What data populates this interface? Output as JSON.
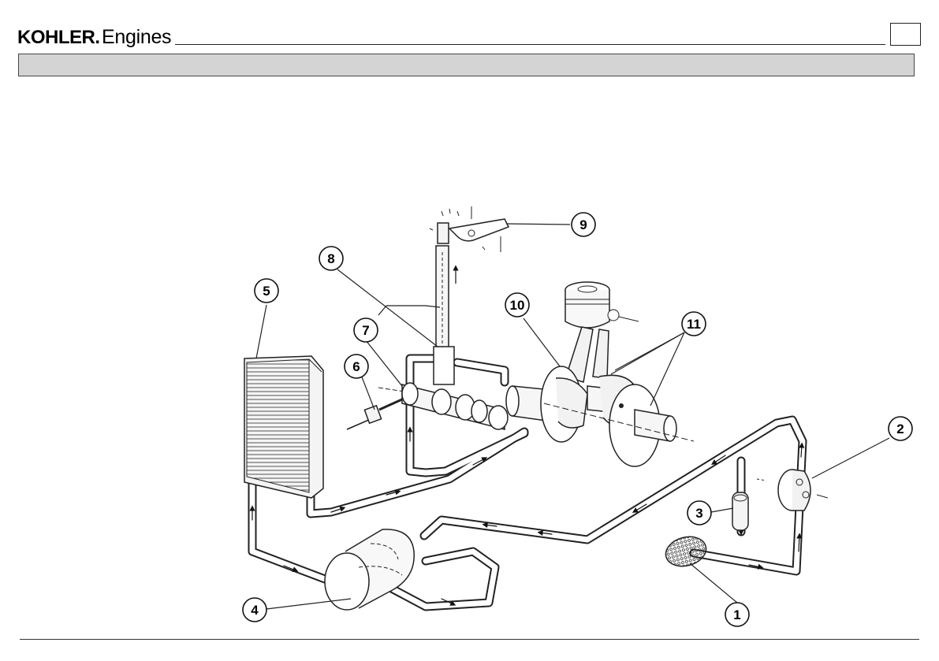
{
  "header": {
    "brand": "KOHLER",
    "product": "Engines",
    "page_number": "",
    "section_title": ""
  },
  "diagram": {
    "callouts": [
      {
        "id": "1",
        "label": "1"
      },
      {
        "id": "2",
        "label": "2"
      },
      {
        "id": "3",
        "label": "3"
      },
      {
        "id": "4",
        "label": "4"
      },
      {
        "id": "5",
        "label": "5"
      },
      {
        "id": "6",
        "label": "6"
      },
      {
        "id": "7",
        "label": "7"
      },
      {
        "id": "8",
        "label": "8"
      },
      {
        "id": "9",
        "label": "9"
      },
      {
        "id": "10",
        "label": "10"
      },
      {
        "id": "11",
        "label": "11"
      }
    ]
  }
}
